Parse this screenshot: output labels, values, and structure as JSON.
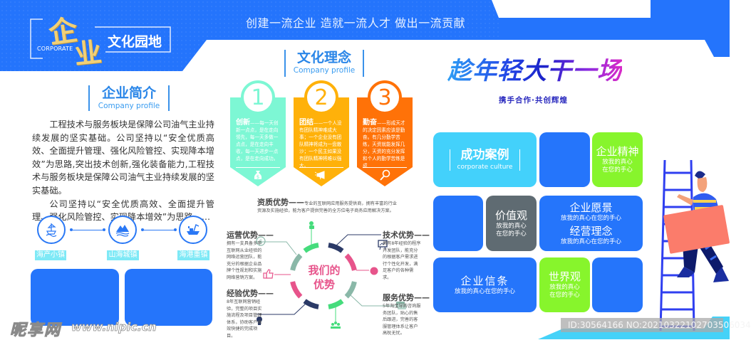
{
  "header": {
    "slogan": "创建一流企业 造就一流人才 做出一流贡献",
    "brand": {
      "calligraphy_1": "企",
      "calligraphy_2": "业",
      "english": "CORPORATE",
      "title": "文化园地"
    }
  },
  "colors": {
    "primary_blue": "#2575fb",
    "gold": "#f1d077",
    "mint": "#7df7d4",
    "amber": "#ffb10a",
    "orange": "#ff7208",
    "cyan_tile": "#43d1fb",
    "green_tile": "#87f52c",
    "gray_tile": "#5f6b72",
    "pink": "#e7548b",
    "navy": "#2b3a67"
  },
  "intro": {
    "title": "企业简介",
    "subtitle": "Company profile",
    "paragraphs": [
      "工程技术与服务板块是保障公司油气主业持续发展的坚实基础。公司坚持以“安全优质高效、全面提升管理、强化风险管控、实现降本增效”为思路,突出技术创新,强化装备能力,工程技术与服务板块是保障公司油气主业持续发展的坚实基础。",
      "公司坚持以“安全优质高效、全面提升管理、强化风险管控、实现降本增效”为思路……"
    ],
    "icons": [
      {
        "name": "fishing-boat-icon",
        "label": "海产小镇"
      },
      {
        "name": "mountain-sea-icon",
        "label": "山海城镇"
      },
      {
        "name": "cargo-ship-icon",
        "label": "海港重镇"
      }
    ]
  },
  "concept": {
    "title": "文化理念",
    "subtitle": "Company profile",
    "cards": [
      {
        "number": "1",
        "head": "创新",
        "text": "——每一天创新一点点，是在走向领先，每一天多做一点点，是在走向丰收，每一天进步一点点，是在走向成功。",
        "icon": "money-bag-icon"
      },
      {
        "number": "2",
        "head": "团结",
        "text": "——一个人没有团队精神难成大事；一个企业没有团队精神将成为一盘散沙；一个民主如果没有团队精神将难以强大。",
        "icon": "megaphone-icon"
      },
      {
        "number": "3",
        "head": "勤奋",
        "text": "——形成天才的决定因素应该是勤奋。有几分勤学苦练，天资就能发挥几分，天资的充分发挥和个人的勤学苦练是成",
        "icon": "magnifier-icon"
      }
    ]
  },
  "advantages": {
    "center_line1": "我们的",
    "center_line2": "优势",
    "items": [
      {
        "title": "资质优势——",
        "text": "专业的互联网应用服务提供商，拥有丰富的行业资源及实施经验，能为客户提供完善的全方位电子商务应用解决方案。"
      },
      {
        "title": "运营优势——",
        "text": "拥有一支具备多年互联网从业经验的网络运营团队，能充分的根据企业品牌个性规划和实施网络营销方案。"
      },
      {
        "title": "技术优势——",
        "text": "拥有8年经验的程序开发团队，能充分的根据客户需求进行个性化开发，满足客户的各种需求。"
      },
      {
        "title": "经验优势——",
        "text": "8年互联网营销经验，完整的项目实施流程及项目管理体系，协助客户高效快捷的完成项目。"
      },
      {
        "title": "服务优势——",
        "text": "5年淘宝导购咨询服务团队，贴心的售后跟进，完善的客服管理体系让客户高枕无忧。"
      }
    ]
  },
  "culture": {
    "slogan": "趁年轻大干一场",
    "sub_slogan": "携手合作·共创辉煌",
    "main_tile": {
      "title": "成功案例",
      "subtitle": "corporate culture"
    },
    "tiles": {
      "spirit": {
        "title": "企业精神",
        "line1": "放我的真心",
        "line2": "在您的手心"
      },
      "values": {
        "title": "价值观",
        "line1": "放我的真心",
        "line2": "在您的手心"
      },
      "vision": {
        "title": "企业愿景",
        "line1": "放我的真心在您的手心"
      },
      "philosophy": {
        "title": "经营理念",
        "line1": "放我的真心在您的手心"
      },
      "creed": {
        "title": "企业信条",
        "line1": "放我的真心在您的手心"
      },
      "worldview": {
        "title": "世界观",
        "line1": "放我的真心",
        "line2": "在您的手心"
      }
    }
  },
  "watermark": {
    "site_cn": "昵享网",
    "site_url": "www.nipic.cn",
    "id_text": "ID:30564166 NO:20210322102703506034"
  }
}
